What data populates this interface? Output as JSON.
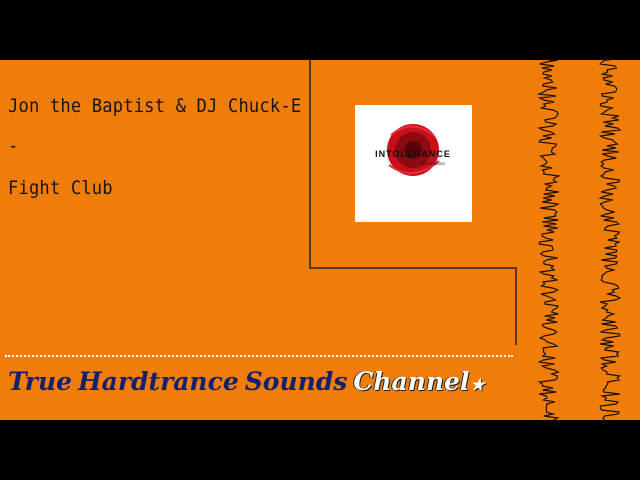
{
  "track": {
    "artist": "Jon the Baptist & DJ Chuck-E",
    "separator": "-",
    "title": "Fight Club"
  },
  "cover": {
    "logo_text": "INTOLERANCE",
    "logo_subtext": "RECORDINGS",
    "logo_color": "#c8101a"
  },
  "banner": {
    "word1": "True",
    "word2": "Hardtrance",
    "word3": "Sounds",
    "word4": "Channel",
    "star": "★"
  },
  "colors": {
    "background": "#f07d0a",
    "letterbox": "#000000",
    "banner_text": "#17206a",
    "accent_text": "#ffffff"
  },
  "icons": {
    "waveform": "waveform-icon",
    "star": "star-icon"
  }
}
